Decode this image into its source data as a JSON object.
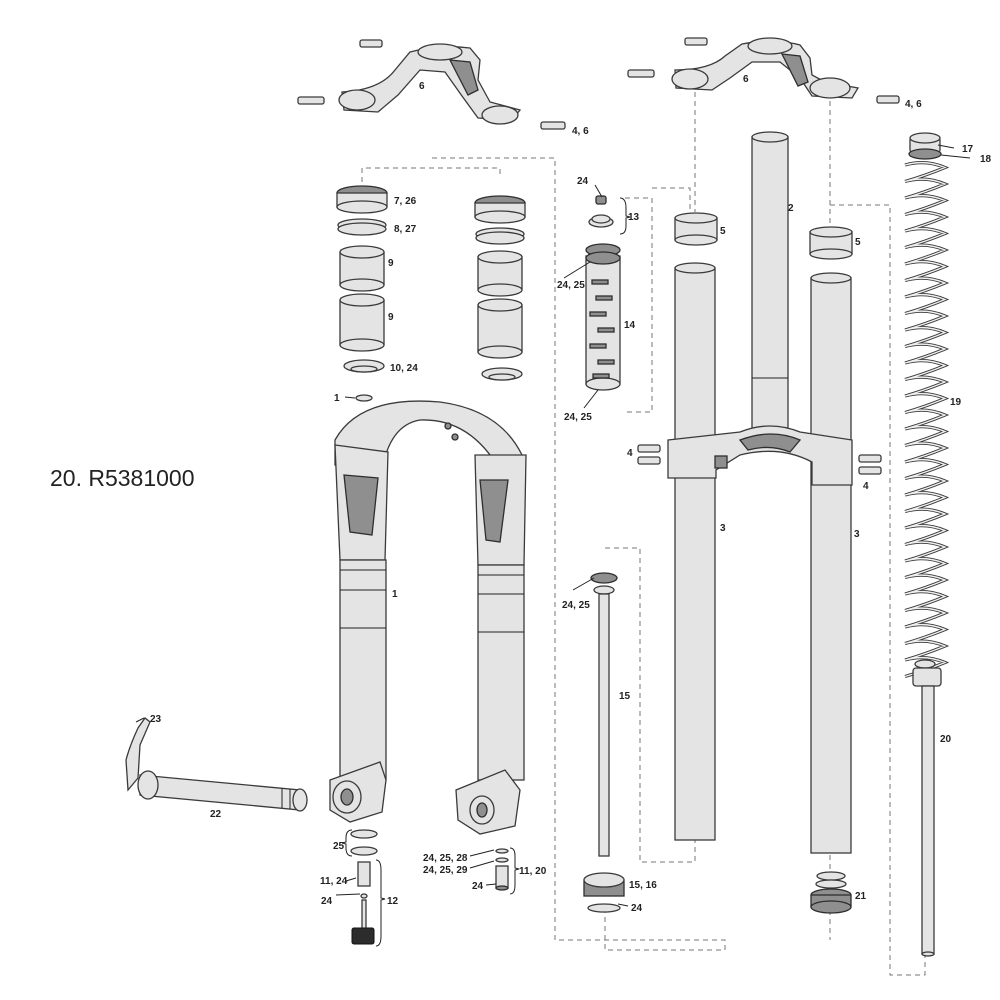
{
  "caption": "20. R5381000",
  "callouts": {
    "c1a": "1",
    "c1b": "1",
    "c2": "2",
    "c3a": "3",
    "c3b": "3",
    "c4a": "4",
    "c4b": "4",
    "c4_6a": "4, 6",
    "c4_6b": "4, 6",
    "c5a": "5",
    "c5b": "5",
    "c6a": "6",
    "c6b": "6",
    "c7_26": "7, 26",
    "c8_27": "8, 27",
    "c9a": "9",
    "c9b": "9",
    "c10_24": "10, 24",
    "c11_20": "11, 20",
    "c11_24": "11, 24",
    "c12": "12",
    "c13": "13",
    "c14": "14",
    "c15": "15",
    "c15_16": "15, 16",
    "c17": "17",
    "c18": "18",
    "c19": "19",
    "c20": "20",
    "c21": "21",
    "c22": "22",
    "c23": "23",
    "c24a": "24",
    "c24b": "24",
    "c24c": "24",
    "c24d": "24",
    "c24_25a": "24, 25",
    "c24_25b": "24, 25",
    "c24_25c": "24, 25",
    "c24_25_28": "24, 25, 28",
    "c24_25_29": "24, 25, 29",
    "c25": "25"
  }
}
